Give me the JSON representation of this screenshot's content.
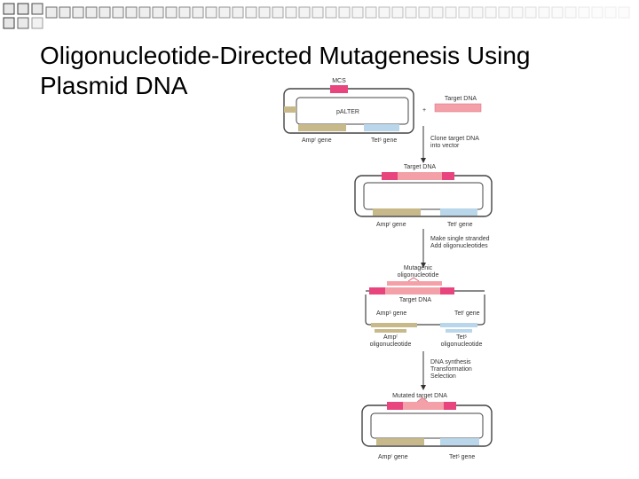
{
  "slide": {
    "title_line1": "Oligonucleotide-Directed Mutagenesis Using",
    "title_line2": "Plasmid DNA"
  },
  "diagram": {
    "colors": {
      "pink": "#e8457e",
      "salmon": "#f4a0a8",
      "tan": "#c8b98a",
      "blue": "#b9d6ea",
      "square_border": "#3a3a3a",
      "square_fill": "#e6e6e6"
    },
    "stage1": {
      "mcs": "MCS",
      "vector": "pALTER",
      "amp": "Ampʳ gene",
      "tet": "Tetˢ gene",
      "plus": "+",
      "target": "Target DNA"
    },
    "step1": {
      "line1": "Clone target DNA",
      "line2": "into vector"
    },
    "stage2": {
      "target": "Target DNA",
      "amp": "Ampʳ gene",
      "tet": "Tetʳ gene"
    },
    "step2": {
      "line1": "Make single stranded",
      "line2": "Add oligonucleotides"
    },
    "stage3": {
      "mut_line1": "Mutagenic",
      "mut_line2": "oligonucleotide",
      "target": "Target DNA",
      "amp": "Ampˢ gene",
      "tet": "Tetʳ gene",
      "amp_oligo1": "Ampʳ",
      "amp_oligo2": "oligonucleotide",
      "tet_oligo1": "Tetˢ",
      "tet_oligo2": "oligonucleotide"
    },
    "step3": {
      "line1": "DNA synthesis",
      "line2": "Transformation",
      "line3": "Selection"
    },
    "stage4": {
      "mutated": "Mutated target DNA",
      "amp": "Ampʳ gene",
      "tet": "Tetˢ gene"
    }
  }
}
